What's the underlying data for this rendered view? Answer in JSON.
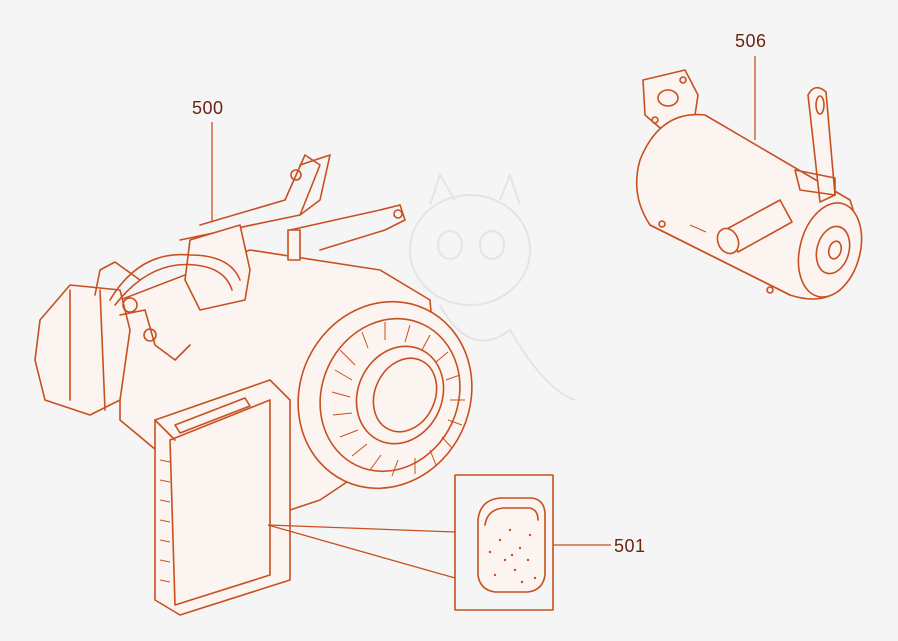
{
  "parts": [
    {
      "number": "500"
    },
    {
      "number": "506"
    },
    {
      "number": "501"
    }
  ],
  "colors": {
    "line": "#c8501f",
    "label": "#6b2410",
    "background": "#f5f5f6"
  }
}
